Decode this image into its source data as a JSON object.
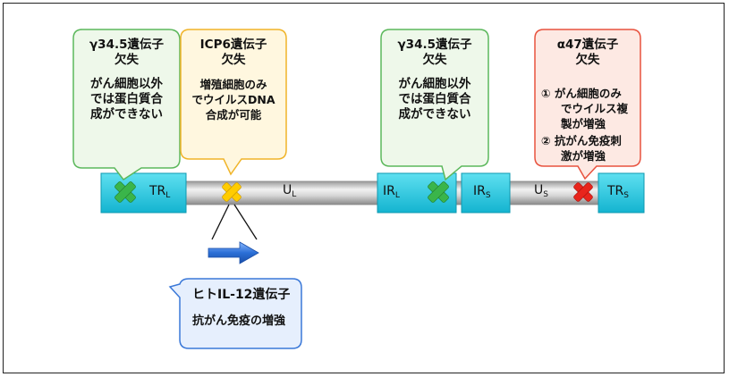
{
  "callouts": {
    "gamma1": {
      "title1": "γ34.5遺伝子",
      "title2": "欠失",
      "line1": "がん細胞以外",
      "line2": "では蛋白質合",
      "line3": "成ができない"
    },
    "icp6": {
      "title1": "ICP6遺伝子",
      "title2": "欠失",
      "line1": "増殖細胞のみ",
      "line2": "でウイルスDNA",
      "line3": "合成が可能"
    },
    "gamma2": {
      "title1": "γ34.5遺伝子",
      "title2": "欠失",
      "line1": "がん細胞以外",
      "line2": "では蛋白質合",
      "line3": "成ができない"
    },
    "alpha47": {
      "title1": "α47遺伝子",
      "title2": "欠失",
      "item1a": "①  がん細胞のみ",
      "item1b": "でウイルス複",
      "item1c": "製が増強",
      "item2a": "②  抗がん免疫刺",
      "item2b": "激が増強"
    },
    "il12": {
      "title": "ヒトIL-12遺伝子",
      "line1": "抗がん免疫の増強"
    }
  },
  "segments": {
    "trl": {
      "main": "TR",
      "sub": "L"
    },
    "ul": {
      "main": "U",
      "sub": "L"
    },
    "irl": {
      "main": "IR",
      "sub": "L"
    },
    "irs": {
      "main": "IR",
      "sub": "S"
    },
    "us": {
      "main": "U",
      "sub": "S"
    },
    "trs": {
      "main": "TR",
      "sub": "S"
    }
  },
  "colors": {
    "green_callout_border": "#5cb85c",
    "green_callout_fill": "#eef8ea",
    "yellow_callout_border": "#f0b429",
    "yellow_callout_fill": "#fff7df",
    "red_callout_border": "#e8523e",
    "red_callout_fill": "#fde9e3",
    "blue_callout_border": "#3a78d8",
    "blue_callout_fill": "#e6effd",
    "box_fill": "#22c8e0",
    "green_x": "#3ab54a",
    "yellow_x": "#ffcc00",
    "red_x": "#e8251c",
    "arrow": "#2b6fd6"
  },
  "icons": [
    "green-x-icon",
    "yellow-x-icon",
    "red-x-icon",
    "blue-arrow-icon"
  ]
}
